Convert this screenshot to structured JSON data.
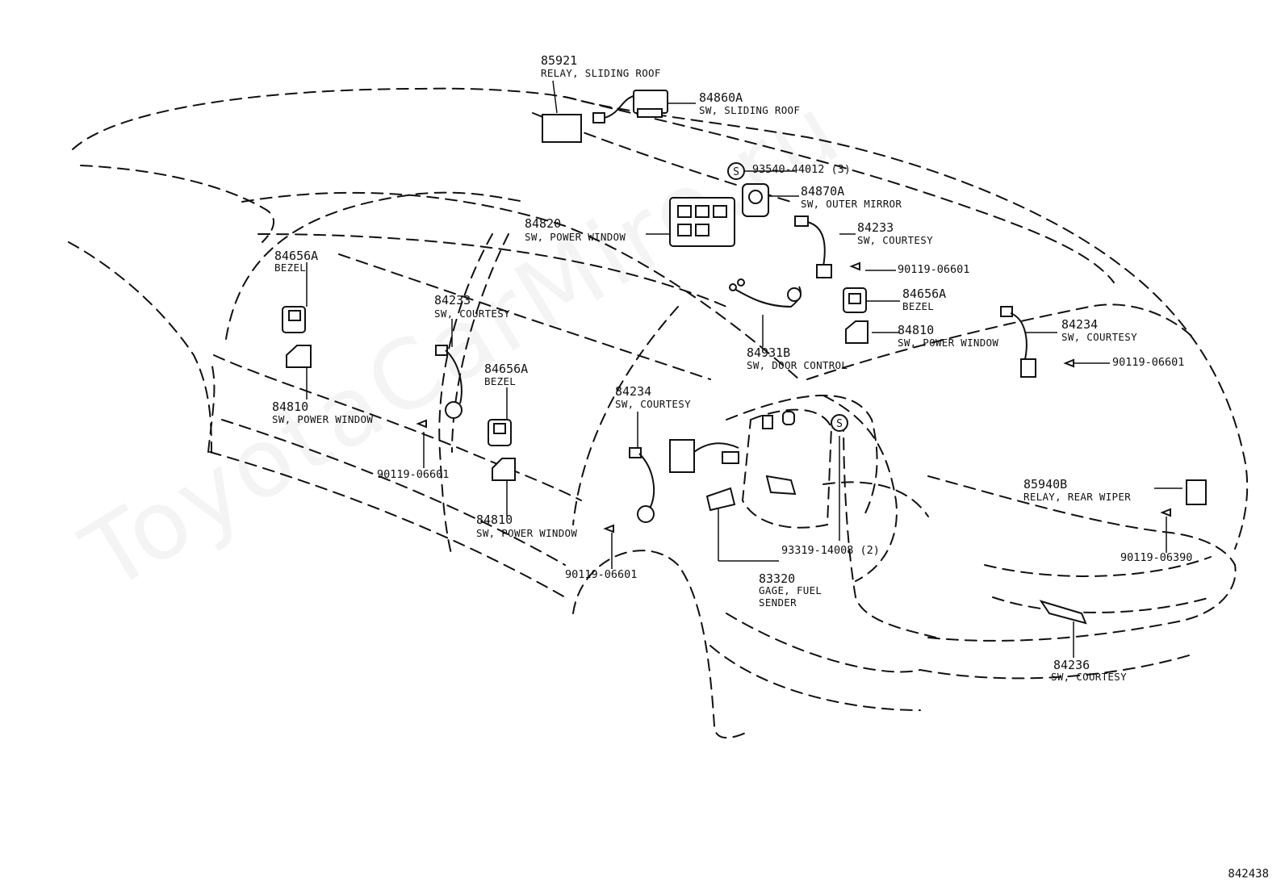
{
  "callouts": [
    {
      "id": "c1",
      "part": "85921",
      "name": "RELAY, SLIDING ROOF"
    },
    {
      "id": "c2",
      "part": "84860A",
      "name": "SW, SLIDING ROOF"
    },
    {
      "id": "c3",
      "part": "93540-44012 (3)"
    },
    {
      "id": "c4",
      "part": "84870A",
      "name": "SW, OUTER MIRROR"
    },
    {
      "id": "c5",
      "part": "84233",
      "name": "SW, COURTESY"
    },
    {
      "id": "c6",
      "part": "90119-06601"
    },
    {
      "id": "c7",
      "part": "84656A",
      "name": "BEZEL"
    },
    {
      "id": "c8",
      "part": "84810",
      "name": "SW, POWER WINDOW"
    },
    {
      "id": "c9",
      "part": "84234",
      "name": "SW, COURTESY"
    },
    {
      "id": "c10",
      "part": "90119-06601"
    },
    {
      "id": "c11",
      "part": "84820",
      "name": "SW, POWER WINDOW"
    },
    {
      "id": "c12",
      "part": "84931B",
      "name": "SW, DOOR CONTROL"
    },
    {
      "id": "c13",
      "part": "84656A",
      "name": "BEZEL"
    },
    {
      "id": "c14",
      "part": "84810",
      "name": "SW, POWER WINDOW"
    },
    {
      "id": "c15",
      "part": "84233",
      "name": "SW, COURTESY"
    },
    {
      "id": "c16",
      "part": "90119-06601"
    },
    {
      "id": "c17",
      "part": "84656A",
      "name": "BEZEL"
    },
    {
      "id": "c18",
      "part": "84810",
      "name": "SW, POWER WINDOW"
    },
    {
      "id": "c19",
      "part": "84234",
      "name": "SW, COURTESY"
    },
    {
      "id": "c20",
      "part": "90119-06601"
    },
    {
      "id": "c21",
      "part": "93319-14008 (2)"
    },
    {
      "id": "c22",
      "part": "83320",
      "name": "GAGE, FUEL",
      "name2": "SENDER"
    },
    {
      "id": "c23",
      "part": "85940B",
      "name": "RELAY, REAR WIPER"
    },
    {
      "id": "c24",
      "part": "90119-06390"
    },
    {
      "id": "c25",
      "part": "84236",
      "name": "SW, COURTESY"
    }
  ],
  "markers": [
    {
      "symbol": "S"
    },
    {
      "symbol": "S"
    }
  ],
  "diagram_code": "842438",
  "watermark": "ToyotaCarMire.ru"
}
